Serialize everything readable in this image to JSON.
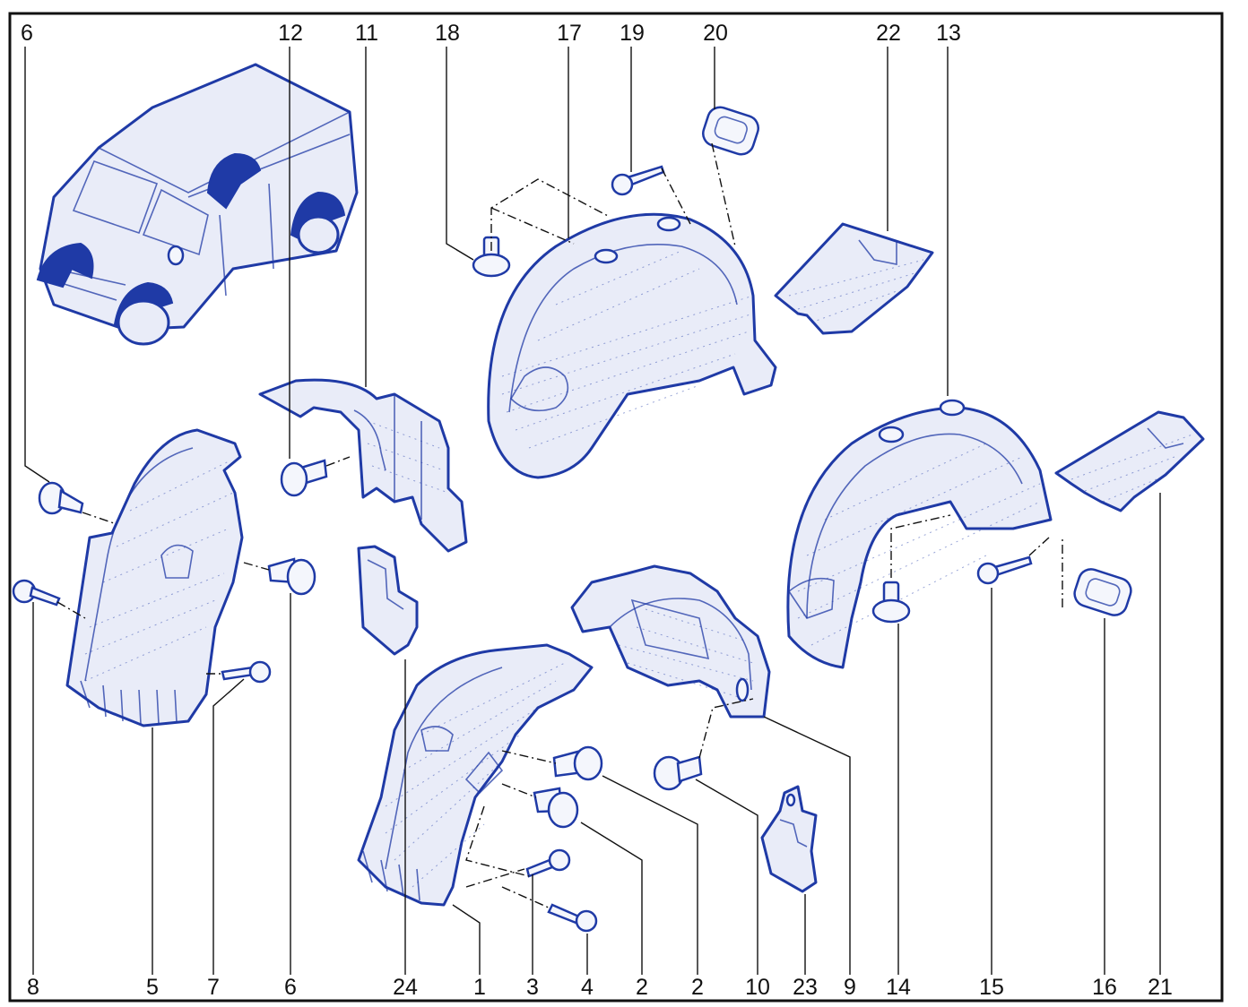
{
  "callouts": {
    "top": [
      "6",
      "12",
      "11",
      "18",
      "17",
      "19",
      "20",
      "22",
      "13"
    ],
    "bottom": [
      "8",
      "5",
      "7",
      "6",
      "24",
      "1",
      "3",
      "4",
      "2",
      "2",
      "10",
      "23",
      "9",
      "14",
      "15",
      "16",
      "21"
    ]
  },
  "colors": {
    "line": "#1f3aa6",
    "fill": "#e9ecf8",
    "frame": "#111111",
    "background": "#ffffff"
  }
}
